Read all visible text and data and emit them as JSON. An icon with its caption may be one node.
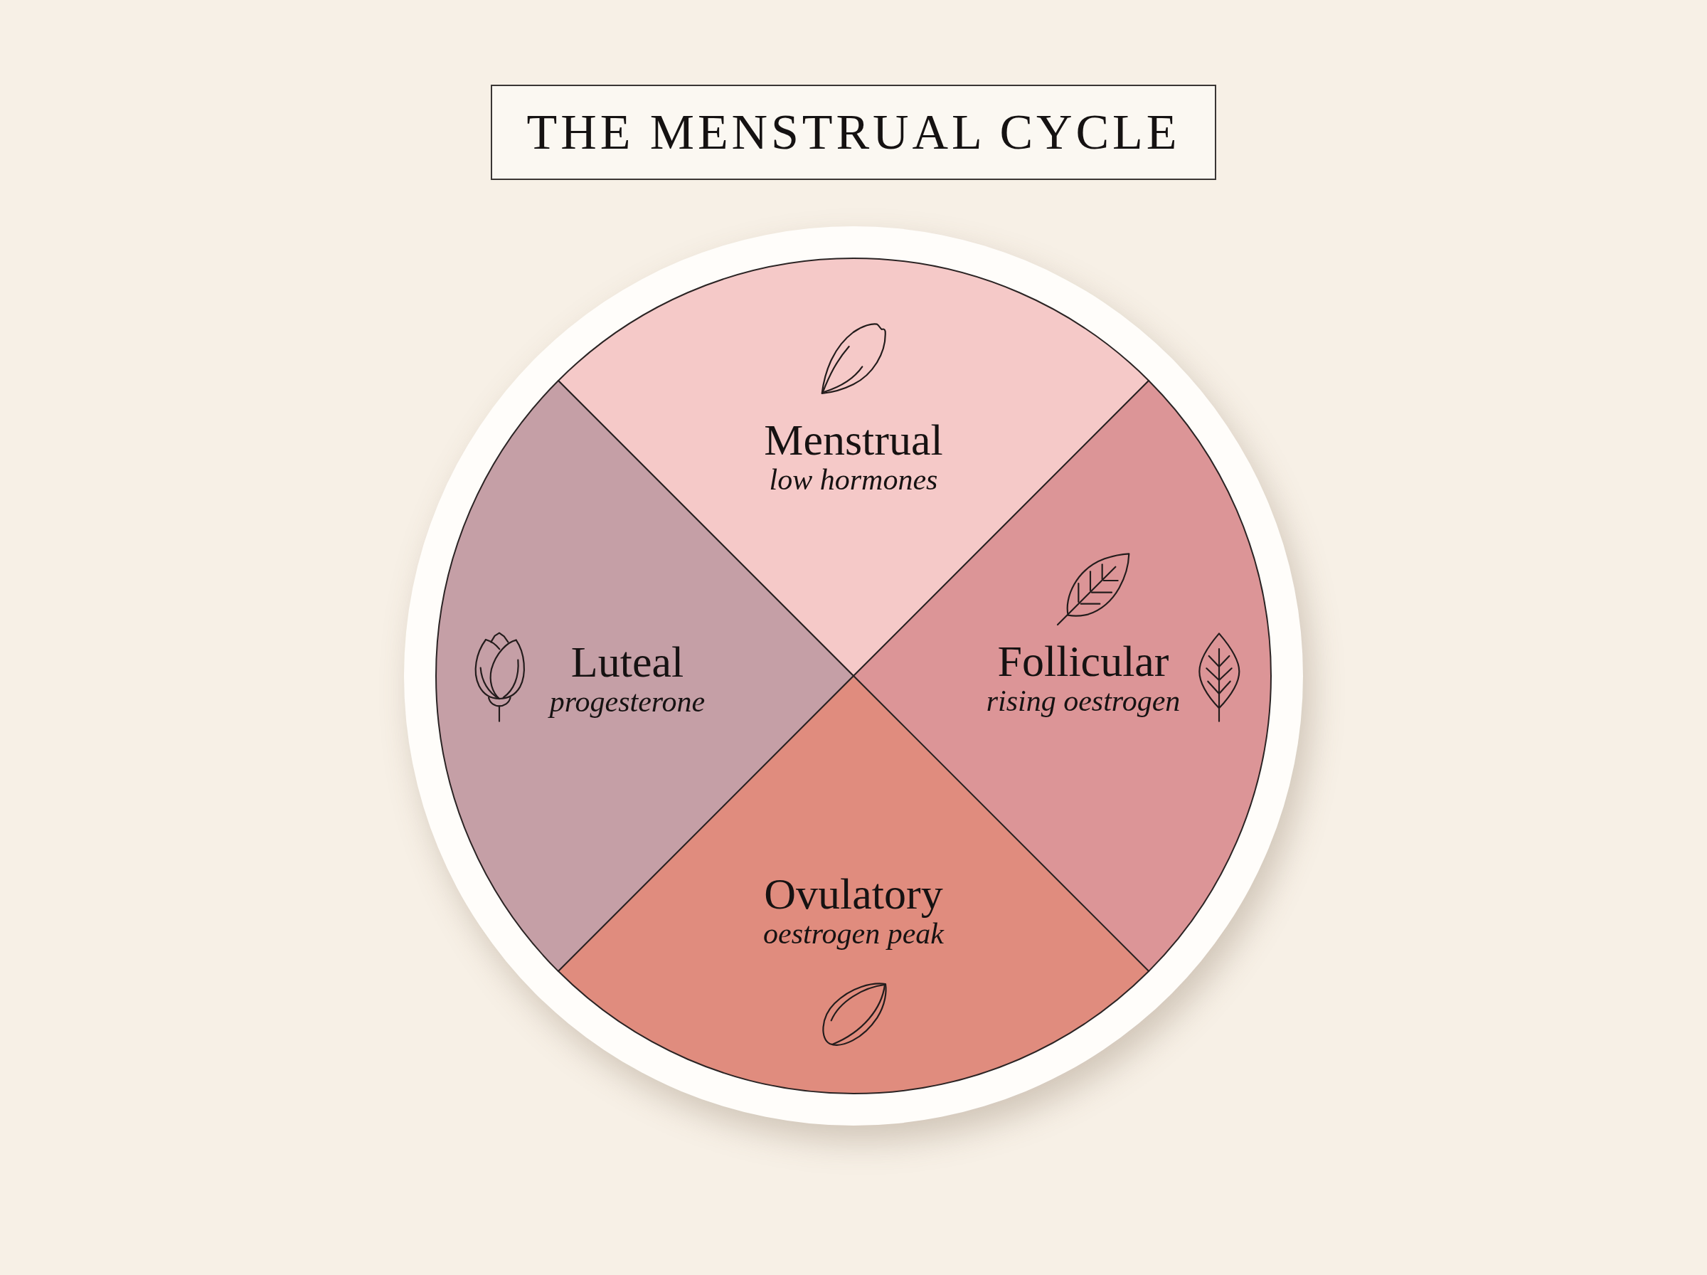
{
  "diagram": {
    "title": "THE MENSTRUAL CYCLE",
    "nodes": [
      {
        "text": [
          "Menstrual",
          "low hormones"
        ]
      },
      {
        "text": [
          "Luteal",
          "progesterone"
        ]
      },
      {
        "text": [
          "Follicular",
          "rising oestrogen"
        ]
      },
      {
        "text": [
          "Ovulatory",
          "oestrogen peak"
        ]
      }
    ]
  }
}
